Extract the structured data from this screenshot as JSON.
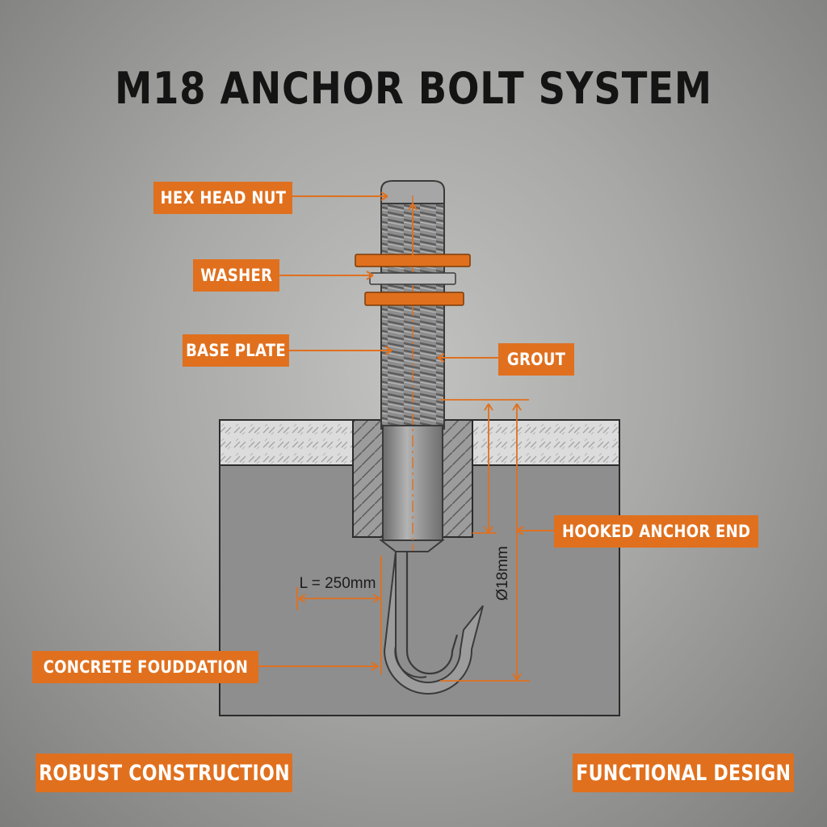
{
  "title": "M18 ANCHOR BOLT SYSTEM",
  "labels": {
    "hex_head_nut": "HEX HEAD NUT",
    "washer": "WASHER",
    "base_plate": "BASE PLATE",
    "grout": "GROUT",
    "hooked_anchor_end": "HOOKED ANCHOR END",
    "concrete_foundation": "CONCRETE FOUDDATION"
  },
  "dimensions": {
    "length": "L = 250mm",
    "diameter": "Ø18mm"
  },
  "footer": {
    "left": "ROBUST CONSTRUCTION",
    "right": "FUNCTIONAL DESIGN"
  },
  "colors": {
    "accent": "#e0701e",
    "concrete": "#8e8e8e",
    "steel": "#9a9a9a",
    "title": "#141414"
  }
}
